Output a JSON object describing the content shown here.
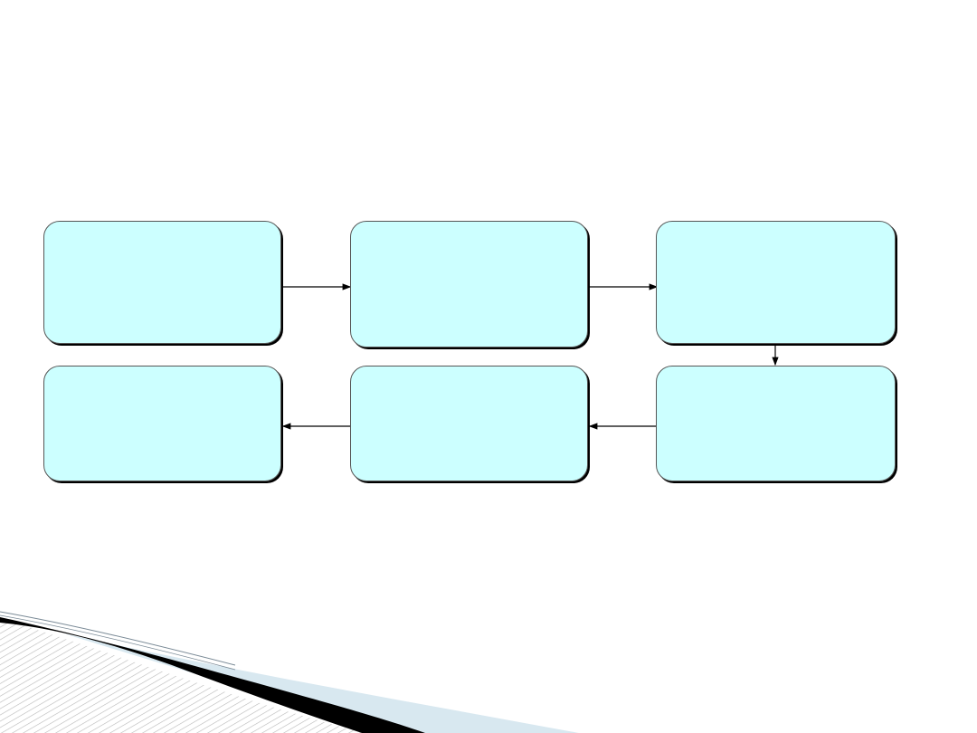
{
  "diagram": {
    "nodes": [
      {
        "id": "b1",
        "label": ""
      },
      {
        "id": "b2",
        "label": ""
      },
      {
        "id": "b3",
        "label": ""
      },
      {
        "id": "b4",
        "label": ""
      },
      {
        "id": "b5",
        "label": ""
      },
      {
        "id": "b6",
        "label": ""
      }
    ],
    "edges": [
      {
        "from": "b1",
        "to": "b2"
      },
      {
        "from": "b2",
        "to": "b3"
      },
      {
        "from": "b3",
        "to": "b6"
      },
      {
        "from": "b6",
        "to": "b5"
      },
      {
        "from": "b5",
        "to": "b4"
      }
    ],
    "node_fill": "#ccffff",
    "node_border": "#555555",
    "arrow_color": "#000000"
  },
  "decoration": {
    "swoosh_dark": "#000000",
    "swoosh_light": "#d8e8f0",
    "hatch_color": "#b8b8b8"
  }
}
